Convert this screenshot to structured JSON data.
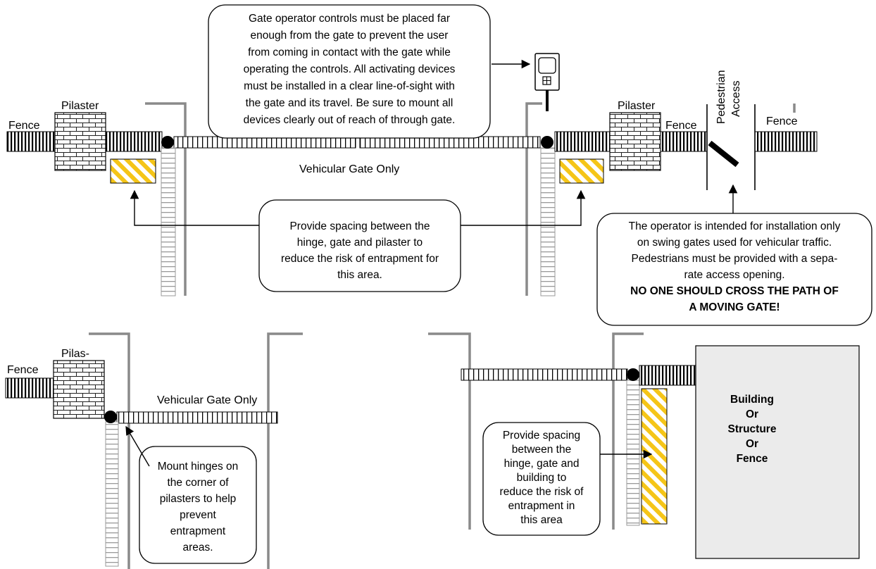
{
  "labels": {
    "fence": "Fence",
    "pilaster": "Pilaster",
    "pilaster_short": "Pilas-",
    "vehicular_gate_only": "Vehicular Gate Only",
    "pedestrian": "Pedestrian",
    "access": "Access"
  },
  "callouts": {
    "controls": [
      "Gate operator controls must be placed far",
      "enough from the gate to prevent the user",
      "from coming in contact with the gate while",
      "operating the controls.  All activating devices",
      "must be installed in a clear line-of-sight with",
      "the gate and its travel.  Be sure to mount all",
      "devices clearly out of reach of through gate."
    ],
    "spacing_pilaster": [
      "Provide spacing between the",
      "hinge, gate and pilaster to",
      "reduce the risk of entrapment for",
      "this area."
    ],
    "operator": [
      "The operator is intended for installation only",
      "on swing gates used for vehicular traffic.",
      "Pedestrians must be provided with a sepa-",
      "rate access opening."
    ],
    "operator_warning": [
      "NO ONE SHOULD CROSS THE PATH OF",
      "A MOVING GATE!"
    ],
    "hinges": [
      "Mount hinges on",
      "the corner of",
      "pilasters to help",
      "prevent",
      "entrapment",
      "areas."
    ],
    "spacing_building": [
      "Provide spacing",
      "between the",
      "hinge, gate and",
      "building to",
      "reduce the risk of",
      "entrapment in",
      "this area"
    ],
    "building": [
      "Building",
      "Or",
      "Structure",
      "Or",
      "Fence"
    ]
  },
  "colors": {
    "hazard_yellow": "#f5c518",
    "post_gray": "#8a8a8a",
    "building_fill": "#ebebeb"
  },
  "icons": {
    "control_box": "control-box-icon",
    "hinge": "hinge-icon"
  }
}
